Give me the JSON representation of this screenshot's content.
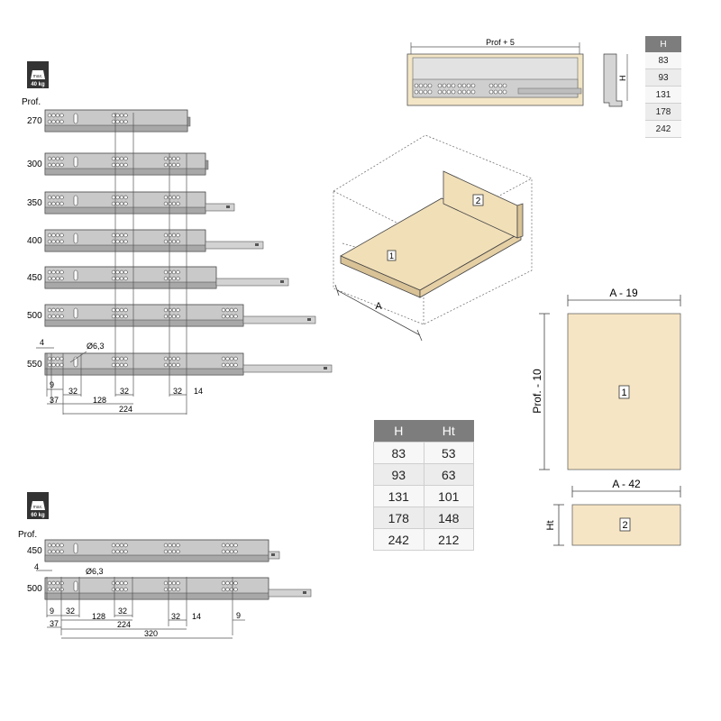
{
  "badge_40": {
    "top": "max.",
    "bottom": "40 kg"
  },
  "badge_60": {
    "top": "max.",
    "bottom": "60 kg"
  },
  "prof_label": "Prof.",
  "set1": {
    "lengths": [
      "270",
      "300",
      "350",
      "400",
      "450",
      "500",
      "550"
    ],
    "dims": {
      "d4": "4",
      "hole": "Ø6,3",
      "d9": "9",
      "d37": "37",
      "d32a": "32",
      "d128": "128",
      "d32b": "32",
      "d224": "224",
      "d32c": "32",
      "d14": "14"
    }
  },
  "set2": {
    "lengths": [
      "450",
      "500"
    ],
    "dims": {
      "d4": "4",
      "hole": "Ø6,3",
      "d9": "9",
      "d37": "37",
      "d32a": "32",
      "d128": "128",
      "d32b": "32",
      "d224": "224",
      "d32c": "32",
      "d14": "14",
      "d9b": "9",
      "d320": "320"
    }
  },
  "front_view": {
    "width_label": "Prof + 5",
    "height_label": "H"
  },
  "table_h": {
    "header": "H",
    "rows": [
      "83",
      "93",
      "131",
      "178",
      "242"
    ]
  },
  "iso": {
    "part1": "1",
    "part2": "2",
    "dim_a": "A"
  },
  "panel1": {
    "width_label": "A - 19",
    "height_label": "Prof. - 10",
    "part": "1"
  },
  "panel2": {
    "width_label": "A - 42",
    "height_label": "Ht",
    "part": "2"
  },
  "table_hht": {
    "headers": [
      "H",
      "Ht"
    ],
    "rows": [
      [
        "83",
        "53"
      ],
      [
        "93",
        "63"
      ],
      [
        "131",
        "101"
      ],
      [
        "178",
        "148"
      ],
      [
        "242",
        "212"
      ]
    ]
  }
}
